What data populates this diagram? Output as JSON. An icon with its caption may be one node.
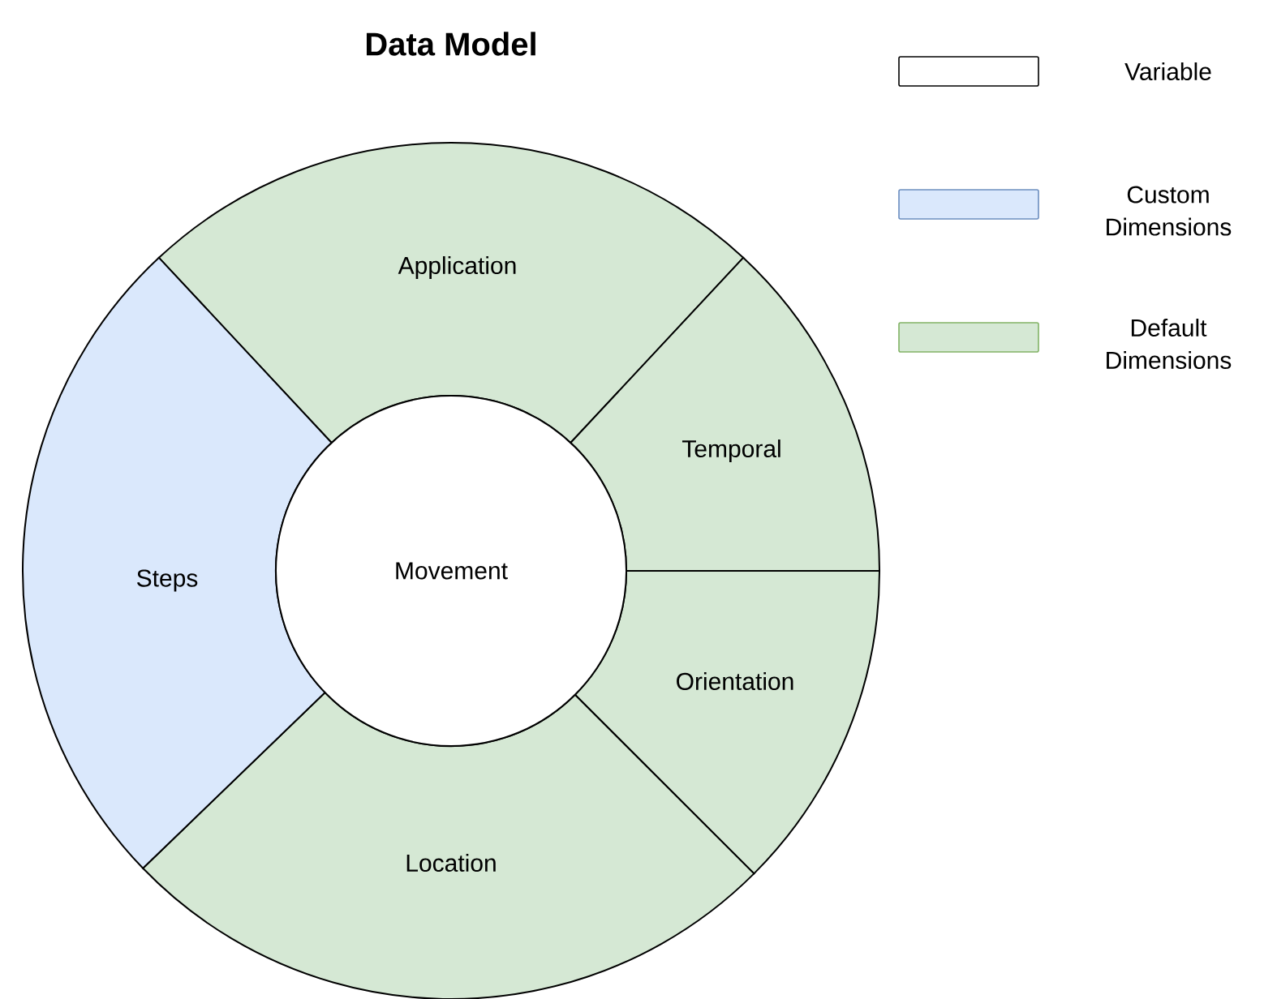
{
  "diagram": {
    "title": "Data Model",
    "nodes": [
      {
        "text": [
          "Movement"
        ]
      },
      {
        "text": [
          "Application"
        ]
      },
      {
        "text": [
          "Temporal"
        ]
      },
      {
        "text": [
          "Orientation"
        ]
      },
      {
        "text": [
          "Location"
        ]
      },
      {
        "text": [
          "Steps"
        ]
      }
    ],
    "legend": [
      {
        "text": "Variable"
      },
      {
        "text": "Custom Dimensions",
        "color": "#dae8fc"
      },
      {
        "text": "Default Dimensions",
        "color": "#d5e8d4"
      }
    ]
  }
}
